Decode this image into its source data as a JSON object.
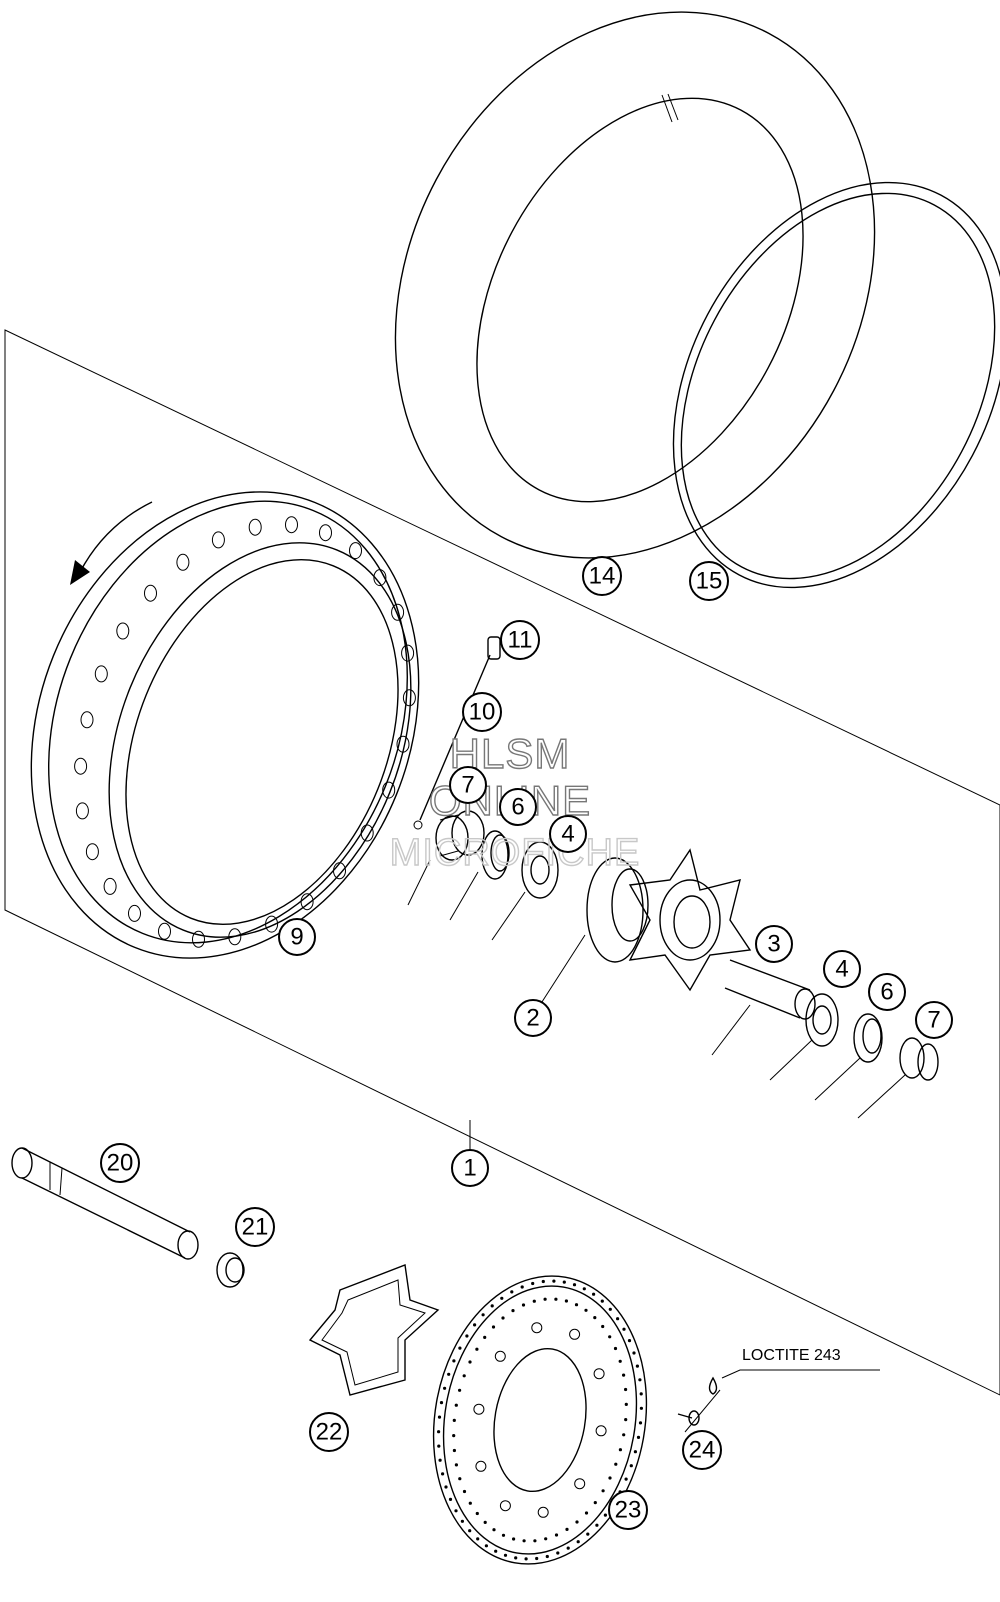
{
  "callouts": [
    {
      "id": "c1",
      "label": "1"
    },
    {
      "id": "c2",
      "label": "2"
    },
    {
      "id": "c3",
      "label": "3"
    },
    {
      "id": "c4a",
      "label": "4"
    },
    {
      "id": "c4b",
      "label": "4"
    },
    {
      "id": "c6a",
      "label": "6"
    },
    {
      "id": "c6b",
      "label": "6"
    },
    {
      "id": "c7a",
      "label": "7"
    },
    {
      "id": "c7b",
      "label": "7"
    },
    {
      "id": "c9",
      "label": "9"
    },
    {
      "id": "c10",
      "label": "10"
    },
    {
      "id": "c11",
      "label": "11"
    },
    {
      "id": "c14",
      "label": "14"
    },
    {
      "id": "c15",
      "label": "15"
    },
    {
      "id": "c20",
      "label": "20"
    },
    {
      "id": "c21",
      "label": "21"
    },
    {
      "id": "c22",
      "label": "22"
    },
    {
      "id": "c23",
      "label": "23"
    },
    {
      "id": "c24",
      "label": "24"
    }
  ],
  "note": {
    "text": "LOCTITE 243"
  },
  "watermark": {
    "line1": "HLSM",
    "line2": "ONLINE",
    "line3": "MICROFICHE"
  }
}
